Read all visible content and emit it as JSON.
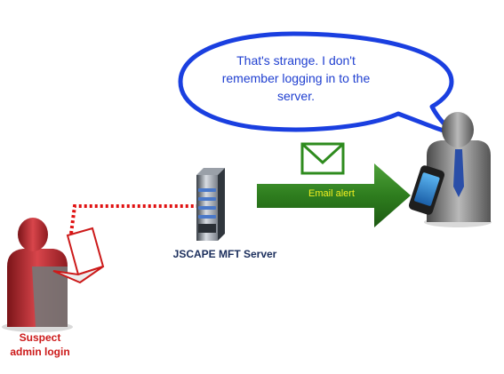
{
  "bubble": {
    "line1": "That's strange. I don't",
    "line2": "remember logging in to the",
    "line3": "server."
  },
  "server": {
    "label": "JSCAPE MFT Server"
  },
  "suspect": {
    "line1": "Suspect",
    "line2": "admin login"
  },
  "alert": {
    "label": "Email alert"
  },
  "icons": {
    "suspect": "person-icon",
    "laptop": "laptop-icon",
    "server": "server-icon",
    "envelope": "envelope-icon",
    "admin": "person-icon",
    "phone": "smartphone-icon"
  },
  "colors": {
    "bubble_border": "#1a3fe0",
    "bubble_text": "#1f3fd0",
    "suspect_red": "#c0282f",
    "dotted_link": "#e01010",
    "arrow_green": "#2e7d1e",
    "email_text": "#f2ef20",
    "server_label": "#1b2e5c"
  }
}
